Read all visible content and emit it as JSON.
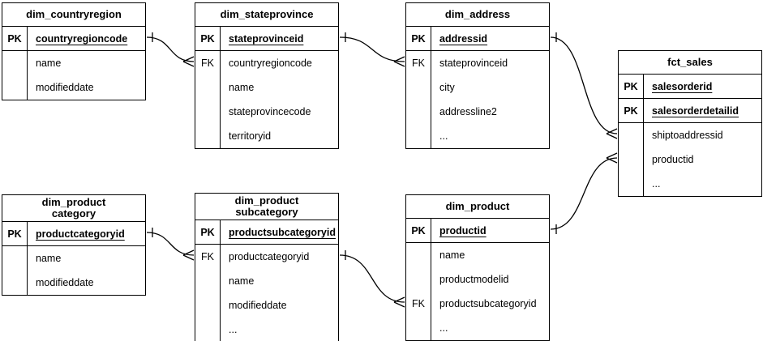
{
  "diagram_type": "entity-relationship",
  "colors": {
    "line": "#000000",
    "background": "#ffffff",
    "text": "#000000"
  },
  "tables": [
    {
      "id": "dim_countryregion",
      "title": "dim_countryregion",
      "rows": [
        {
          "key": "PK",
          "field": "countryregioncode",
          "pk": true
        },
        {
          "key": "",
          "field": "name",
          "pk": false
        },
        {
          "key": "",
          "field": "modifieddate",
          "pk": false
        }
      ]
    },
    {
      "id": "dim_stateprovince",
      "title": "dim_stateprovince",
      "rows": [
        {
          "key": "PK",
          "field": "stateprovinceid",
          "pk": true
        },
        {
          "key": "FK",
          "field": "countryregioncode",
          "pk": false
        },
        {
          "key": "",
          "field": "name",
          "pk": false
        },
        {
          "key": "",
          "field": "stateprovincecode",
          "pk": false
        },
        {
          "key": "",
          "field": "territoryid",
          "pk": false
        }
      ]
    },
    {
      "id": "dim_address",
      "title": "dim_address",
      "rows": [
        {
          "key": "PK",
          "field": "addressid",
          "pk": true
        },
        {
          "key": "FK",
          "field": "stateprovinceid",
          "pk": false
        },
        {
          "key": "",
          "field": "city",
          "pk": false
        },
        {
          "key": "",
          "field": "addressline2",
          "pk": false
        },
        {
          "key": "",
          "field": "...",
          "pk": false
        }
      ]
    },
    {
      "id": "fct_sales",
      "title": "fct_sales",
      "rows": [
        {
          "key": "PK",
          "field": "salesorderid",
          "pk": true
        },
        {
          "key": "PK",
          "field": "salesorderdetailid",
          "pk": true
        },
        {
          "key": "",
          "field": "shiptoaddressid",
          "pk": false
        },
        {
          "key": "",
          "field": "productid",
          "pk": false
        },
        {
          "key": "",
          "field": "...",
          "pk": false
        }
      ]
    },
    {
      "id": "dim_productcategory",
      "title": "dim_product\ncategory",
      "rows": [
        {
          "key": "PK",
          "field": "productcategoryid",
          "pk": true
        },
        {
          "key": "",
          "field": "name",
          "pk": false
        },
        {
          "key": "",
          "field": "modifieddate",
          "pk": false
        }
      ]
    },
    {
      "id": "dim_productsubcategory",
      "title": "dim_product\nsubcategory",
      "rows": [
        {
          "key": "PK",
          "field": "productsubcategoryid",
          "pk": true
        },
        {
          "key": "FK",
          "field": "productcategoryid",
          "pk": false
        },
        {
          "key": "",
          "field": "name",
          "pk": false
        },
        {
          "key": "",
          "field": "modifieddate",
          "pk": false
        },
        {
          "key": "",
          "field": "...",
          "pk": false
        }
      ]
    },
    {
      "id": "dim_product",
      "title": "dim_product",
      "rows": [
        {
          "key": "PK",
          "field": "productid",
          "pk": true
        },
        {
          "key": "",
          "field": "name",
          "pk": false
        },
        {
          "key": "",
          "field": "productmodelid",
          "pk": false
        },
        {
          "key": "FK",
          "field": "productsubcategoryid",
          "pk": false
        },
        {
          "key": "",
          "field": "...",
          "pk": false
        }
      ]
    }
  ],
  "relationships": [
    {
      "from_table": "dim_countryregion",
      "from_row": 0,
      "to_table": "dim_stateprovince",
      "to_row": 1,
      "from_end": "one",
      "to_end": "many"
    },
    {
      "from_table": "dim_stateprovince",
      "from_row": 0,
      "to_table": "dim_address",
      "to_row": 1,
      "from_end": "one",
      "to_end": "many"
    },
    {
      "from_table": "dim_address",
      "from_row": 0,
      "to_table": "fct_sales",
      "to_row": 2,
      "from_end": "one",
      "to_end": "many"
    },
    {
      "from_table": "dim_productcategory",
      "from_row": 0,
      "to_table": "dim_productsubcategory",
      "to_row": 1,
      "from_end": "one",
      "to_end": "many"
    },
    {
      "from_table": "dim_productsubcategory",
      "from_row": 1,
      "to_table": "dim_product",
      "to_row": 3,
      "from_end": "one",
      "to_end": "many"
    },
    {
      "from_table": "dim_product",
      "from_row": 0,
      "to_table": "fct_sales",
      "to_row": 3,
      "from_end": "one",
      "to_end": "many"
    }
  ]
}
